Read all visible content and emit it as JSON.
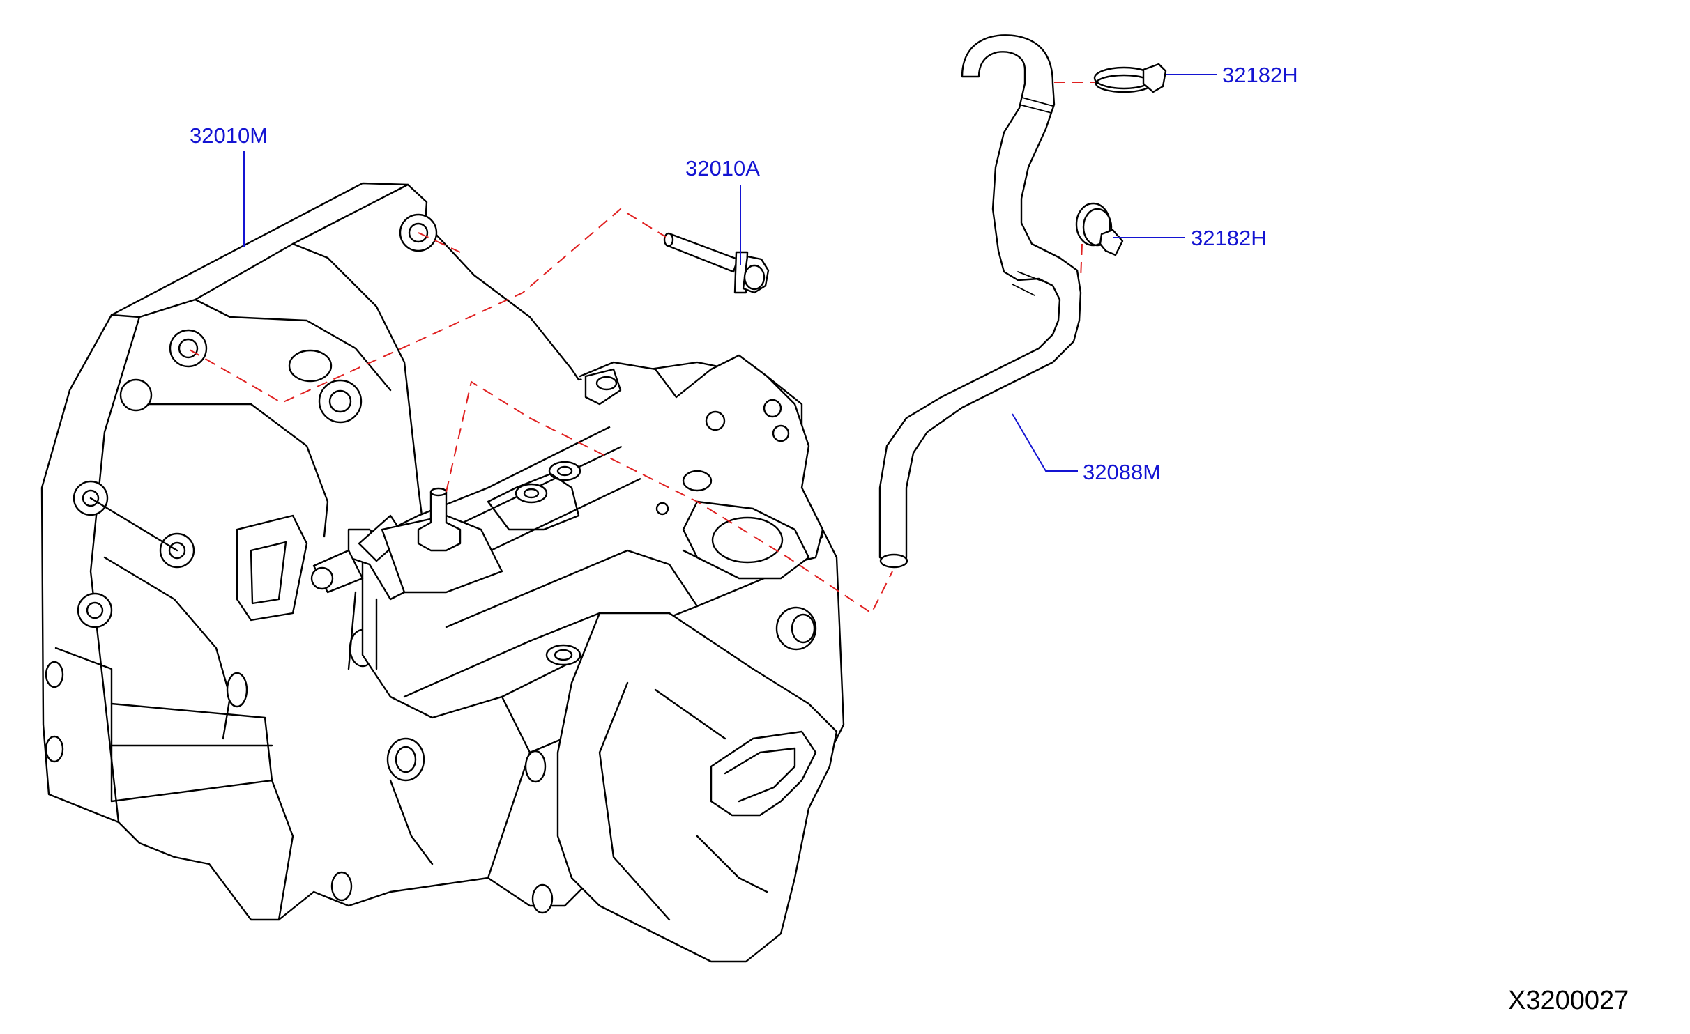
{
  "callouts": {
    "transmission": "32010M",
    "bolt": "32010A",
    "clip_upper": "32182H",
    "clip_lower": "32182H",
    "hose": "32088M"
  },
  "diagram_id": "X3200027",
  "colors": {
    "label": "#1414d2",
    "leader": "#1414d2",
    "dashed_line": "#e02020",
    "outline": "#000000"
  }
}
